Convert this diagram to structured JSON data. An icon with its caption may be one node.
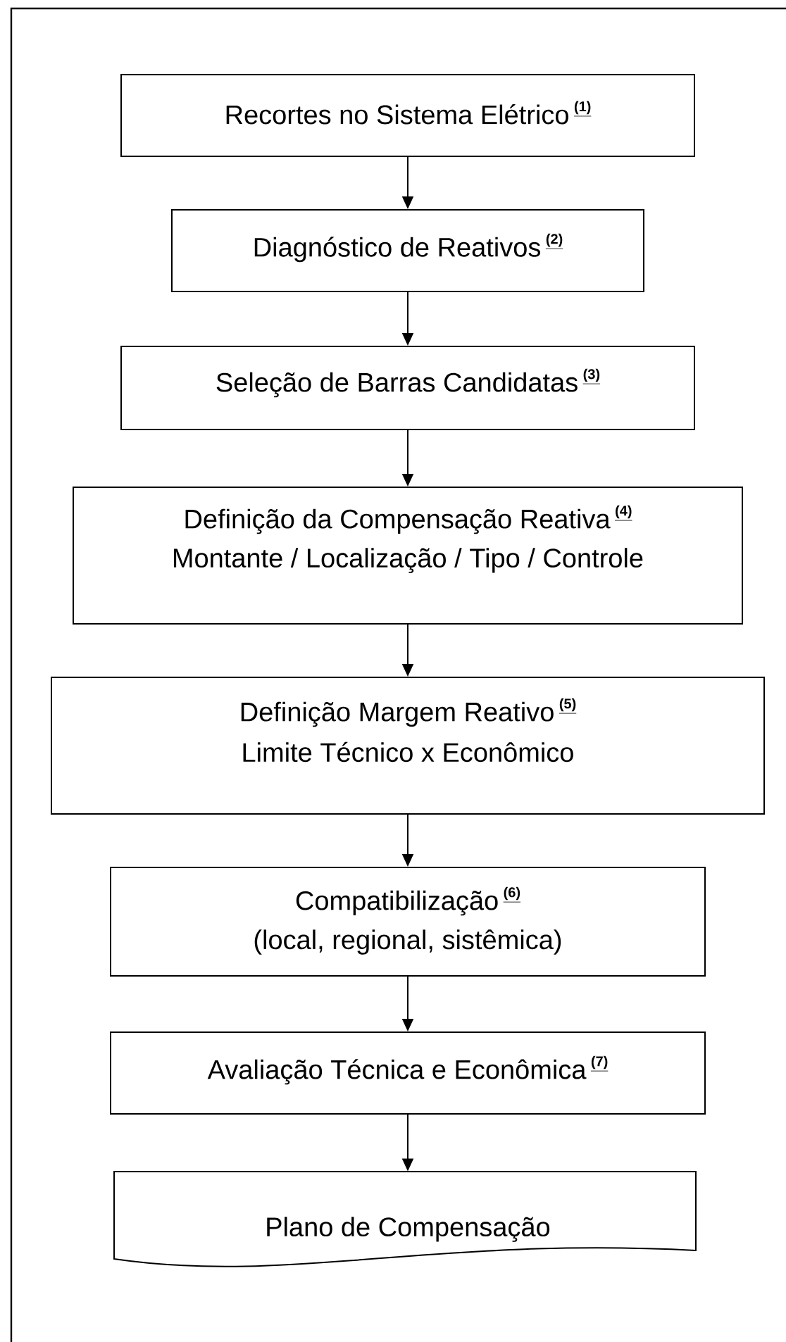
{
  "diagram": {
    "nodes": [
      {
        "text": [
          "Recortes no Sistema Elétrico",
          "(1)"
        ]
      },
      {
        "text": [
          "Diagnóstico de Reativos",
          "(2)"
        ]
      },
      {
        "text": [
          "Seleção de Barras Candidatas",
          "(3)"
        ]
      },
      {
        "text": [
          "Definição da Compensação Reativa",
          "(4)",
          "Montante / Localização / Tipo / Controle"
        ]
      },
      {
        "text": [
          "Definição Margem Reativo",
          "(5)",
          "Limite Técnico x Econômico"
        ]
      },
      {
        "text": [
          "Compatibilização",
          "(6)",
          "(local, regional, sistêmica)"
        ]
      },
      {
        "text": [
          "Avaliação Técnica e Econômica",
          "(7)"
        ]
      },
      {
        "text": [
          "Plano de Compensação"
        ]
      }
    ],
    "edges": [
      {
        "from": 0,
        "to": 1,
        "arrow": "to"
      },
      {
        "from": 1,
        "to": 2,
        "arrow": "to"
      },
      {
        "from": 2,
        "to": 3,
        "arrow": "to"
      },
      {
        "from": 3,
        "to": 4,
        "arrow": "to"
      },
      {
        "from": 4,
        "to": 5,
        "arrow": "to"
      },
      {
        "from": 5,
        "to": 6,
        "arrow": "to"
      },
      {
        "from": 6,
        "to": 7,
        "arrow": "to"
      }
    ]
  }
}
